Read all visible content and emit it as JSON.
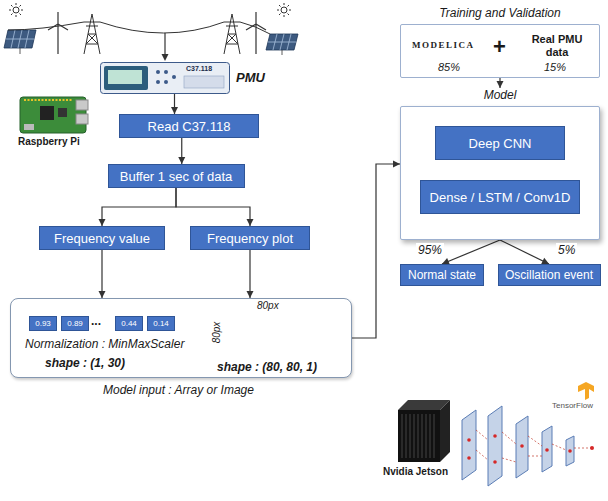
{
  "diagram": {
    "nodes": [
      {
        "text": [
          "C37.118",
          "PMU"
        ]
      },
      {
        "text": [
          "Read C37.118"
        ]
      },
      {
        "text": [
          "Buffer 1 sec of data"
        ]
      },
      {
        "text": [
          "Frequency value"
        ]
      },
      {
        "text": [
          "Frequency plot"
        ]
      },
      {
        "text": [
          "...",
          "Normalization : MinMaxScaler",
          "shape : (1, 30)",
          "80px",
          "80px",
          "shape : (80, 80, 1)",
          "Model input : Array or Image"
        ]
      },
      {
        "text": [
          "0.93"
        ],
        "in": 5
      },
      {
        "text": [
          "0.89"
        ],
        "in": 5
      },
      {
        "text": [
          "0.44"
        ],
        "in": 5
      },
      {
        "text": [
          "0.14"
        ],
        "in": 5
      },
      {
        "text": [
          "Training and Validation",
          "MODELICA",
          "85%",
          "+",
          "Real PMU data",
          "15%"
        ]
      },
      {
        "text": [
          "Model"
        ]
      },
      {
        "text": [
          "Deep CNN"
        ],
        "in": 11
      },
      {
        "text": [
          "Dense / LSTM / Conv1D"
        ],
        "in": 11
      },
      {
        "text": [
          "Normal state"
        ]
      },
      {
        "text": [
          "Oscillation event"
        ]
      }
    ],
    "edges": [
      {
        "from": 0,
        "to": 1,
        "arrow": "to"
      },
      {
        "from": 1,
        "to": 2,
        "arrow": "to"
      },
      {
        "from": 2,
        "to": 3,
        "arrow": "to"
      },
      {
        "from": 2,
        "to": 4,
        "arrow": "to"
      },
      {
        "from": 3,
        "to": 5,
        "arrow": "to"
      },
      {
        "from": 4,
        "to": 5,
        "arrow": "to"
      },
      {
        "from": 5,
        "to": 11,
        "arrow": "to"
      },
      {
        "from": 10,
        "to": 11,
        "arrow": "to"
      },
      {
        "from": 11,
        "to": 14,
        "label": "95%",
        "arrow": "to"
      },
      {
        "from": 11,
        "to": 15,
        "label": "5%",
        "arrow": "to"
      }
    ],
    "labels": [
      "Raspberry Pi",
      "Nvidia Jetson",
      "TensorFlow"
    ]
  }
}
